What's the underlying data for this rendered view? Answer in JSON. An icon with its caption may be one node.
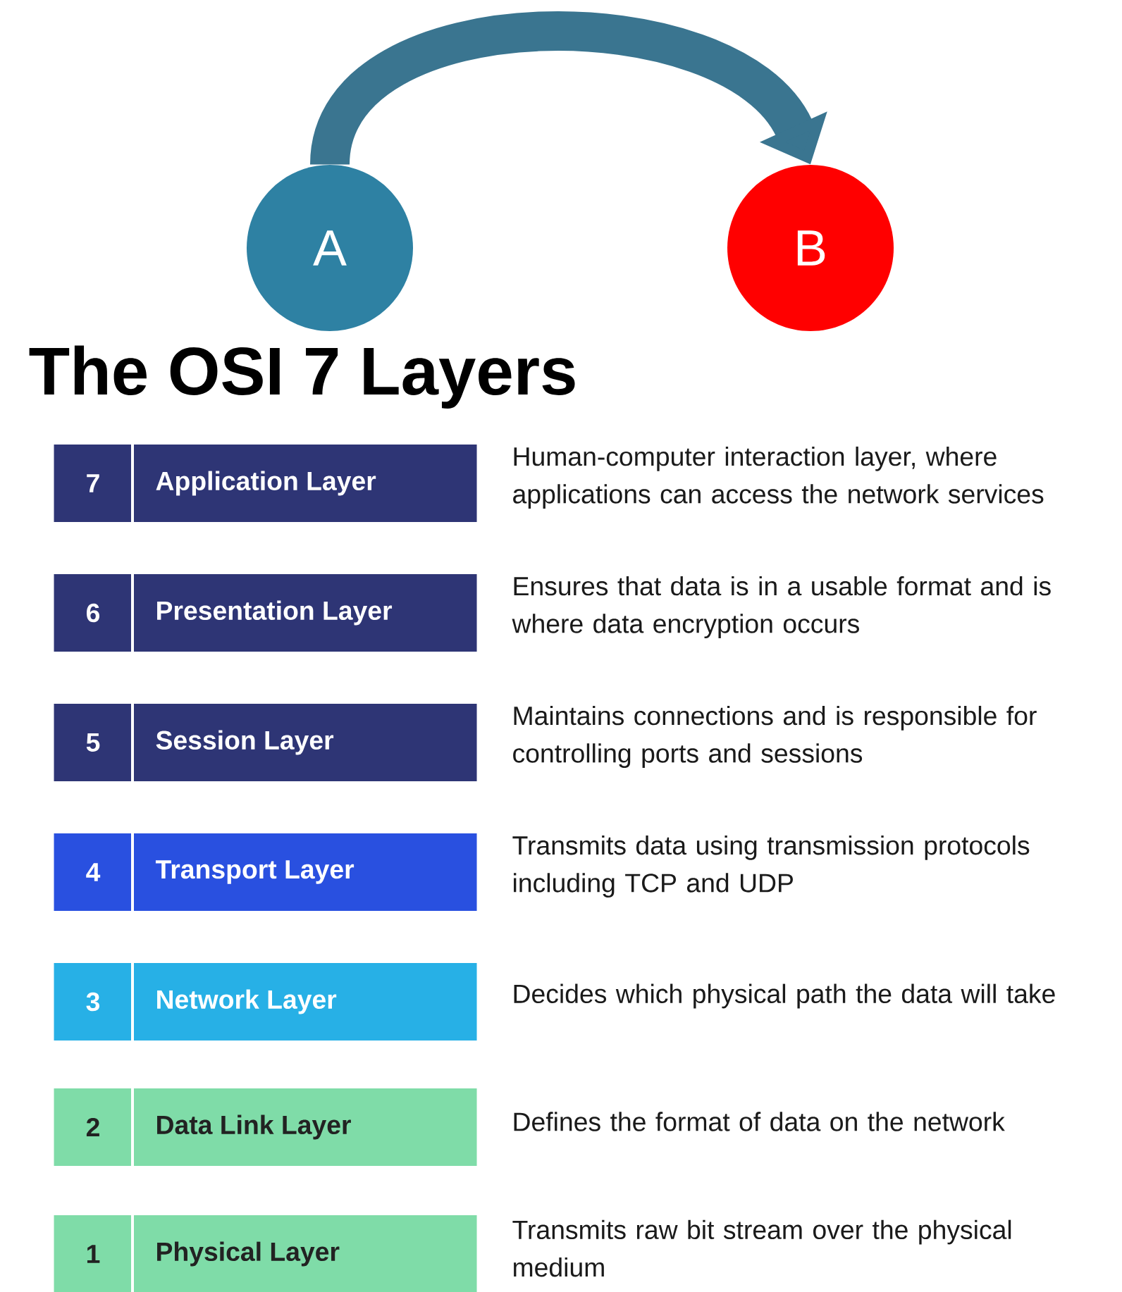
{
  "diagram": {
    "title": "The OSI 7 Layers",
    "nodes": [
      {
        "text": [
          "A"
        ]
      },
      {
        "text": [
          "B"
        ]
      },
      {
        "text": [
          "7",
          "Application Layer"
        ],
        "beside": [
          "Human-computer interaction layer, where applications can access the network services"
        ]
      },
      {
        "text": [
          "6",
          "Presentation Layer"
        ],
        "beside": [
          "Ensures that data is in a usable format and is where data encryption occurs"
        ]
      },
      {
        "text": [
          "5",
          "Session Layer"
        ],
        "beside": [
          "Maintains connections and is responsible for controlling ports and sessions"
        ]
      },
      {
        "text": [
          "4",
          "Transport Layer"
        ],
        "beside": [
          "Transmits data using transmission protocols including TCP and UDP"
        ]
      },
      {
        "text": [
          "3",
          "Network Layer"
        ],
        "beside": [
          "Decides which physical path the data will take"
        ]
      },
      {
        "text": [
          "2",
          "Data Link Layer"
        ],
        "beside": [
          "Defines the format of data on the network"
        ]
      },
      {
        "text": [
          "1",
          "Physical Layer"
        ],
        "beside": [
          "Transmits raw bit stream over the physical medium"
        ]
      }
    ],
    "edges": [
      {
        "from": 0,
        "to": 1,
        "arrow": "to"
      }
    ]
  }
}
